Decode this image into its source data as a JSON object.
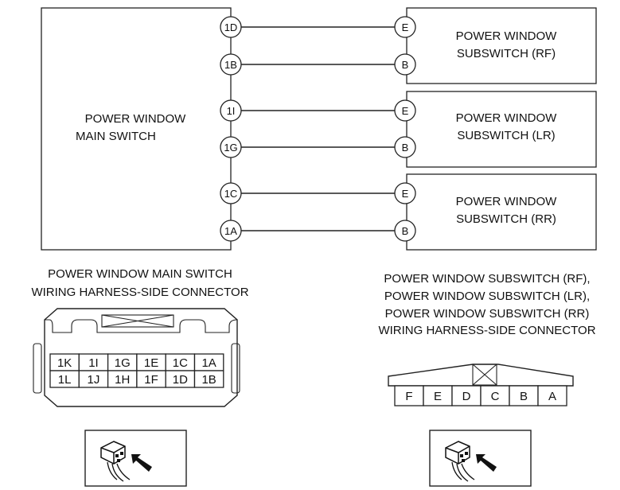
{
  "main_switch": {
    "label_line1": "POWER WINDOW",
    "label_line2": "MAIN SWITCH",
    "pins": [
      "1D",
      "1B",
      "1I",
      "1G",
      "1C",
      "1A"
    ]
  },
  "subswitches": [
    {
      "label_line1": "POWER WINDOW",
      "label_line2": "SUBSWITCH (RF)",
      "pins": [
        "E",
        "B"
      ]
    },
    {
      "label_line1": "POWER WINDOW",
      "label_line2": "SUBSWITCH (LR)",
      "pins": [
        "E",
        "B"
      ]
    },
    {
      "label_line1": "POWER WINDOW",
      "label_line2": "SUBSWITCH (RR)",
      "pins": [
        "E",
        "B"
      ]
    }
  ],
  "connections": [
    {
      "from": "1D",
      "to": "E"
    },
    {
      "from": "1B",
      "to": "B"
    },
    {
      "from": "1I",
      "to": "E"
    },
    {
      "from": "1G",
      "to": "B"
    },
    {
      "from": "1C",
      "to": "E"
    },
    {
      "from": "1A",
      "to": "B"
    }
  ],
  "main_connector": {
    "caption_line1": "POWER WINDOW MAIN SWITCH",
    "caption_line2": "WIRING HARNESS-SIDE CONNECTOR",
    "row1": [
      "1K",
      "1I",
      "1G",
      "1E",
      "1C",
      "1A"
    ],
    "row2": [
      "1L",
      "1J",
      "1H",
      "1F",
      "1D",
      "1B"
    ]
  },
  "sub_connector": {
    "caption_line1": "POWER WINDOW SUBSWITCH (RF),",
    "caption_line2": "POWER WINDOW SUBSWITCH (LR),",
    "caption_line3": "POWER WINDOW SUBSWITCH (RR)",
    "caption_line4": "WIRING HARNESS-SIDE CONNECTOR",
    "cells": [
      "F",
      "E",
      "D",
      "C",
      "B",
      "A"
    ]
  },
  "icons": [
    "connector-view-icon",
    "connector-view-icon"
  ]
}
